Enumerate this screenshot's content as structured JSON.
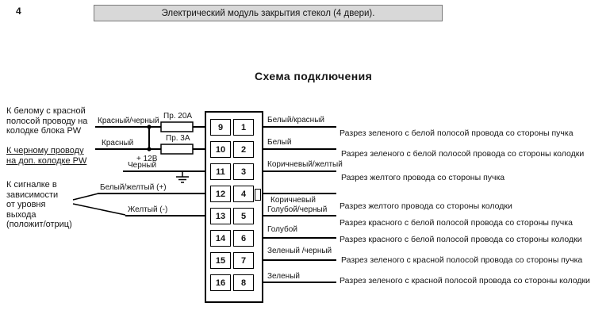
{
  "page": {
    "number": "4",
    "header_title": "Электрический модуль закрытия стекол (4 двери).",
    "diagram_title": "Схема подключения"
  },
  "left_notes": {
    "white_red_wire": "К белому с красной\nполосой проводу на\nколодке блока PW",
    "black_wire": "К черному проводу\nна доп. колодке PW",
    "alarm": "К сигналке в\nзависимости\nот уровня\nвыхода\n(положит/отриц)"
  },
  "power": {
    "fuse_20a": "Пр. 20А",
    "fuse_3a": "Пр. 3А",
    "plus_12v": "+ 12В"
  },
  "connector": {
    "left_pins": [
      "9",
      "10",
      "11",
      "12",
      "13",
      "14",
      "15",
      "16"
    ],
    "right_pins": [
      "1",
      "2",
      "3",
      "4",
      "5",
      "6",
      "7",
      "8"
    ]
  },
  "left_wires": [
    {
      "pin": "9",
      "color": "Красный/черный"
    },
    {
      "pin": "10",
      "color": "Красный"
    },
    {
      "pin": "11",
      "color": "Черный"
    },
    {
      "pin": "12",
      "color": "Белый/желтый (+)"
    },
    {
      "pin": "13",
      "color": "Желтый (-)"
    }
  ],
  "right_wires": [
    {
      "pin": "1",
      "color": "Белый/красный",
      "cut": "Разрез зеленого с белой полосой провода со стороны пучка"
    },
    {
      "pin": "2",
      "color": "Белый",
      "cut": "Разрез зеленого с белой полосой провода со стороны колодки"
    },
    {
      "pin": "3",
      "color": "Коричневый/желтый",
      "cut": "Разрез желтого  провода со стороны пучка"
    },
    {
      "pin": "4",
      "color": "Коричневый",
      "cut": "Разрез желтого  провода со стороны колодки"
    },
    {
      "pin": "5",
      "color": "Голубой/черный",
      "cut": "Разрез красного с белой полосой провода со стороны пучка"
    },
    {
      "pin": "6",
      "color": "Голубой",
      "cut": "Разрез красного с белой полосой провода со стороны колодки"
    },
    {
      "pin": "7",
      "color": "Зеленый /черный",
      "cut": "Разрез зеленого с красной полосой провода со стороны пучка"
    },
    {
      "pin": "8",
      "color": "Зеленый",
      "cut": "Разрез зеленого с красной полосой провода со стороны колодки"
    }
  ]
}
